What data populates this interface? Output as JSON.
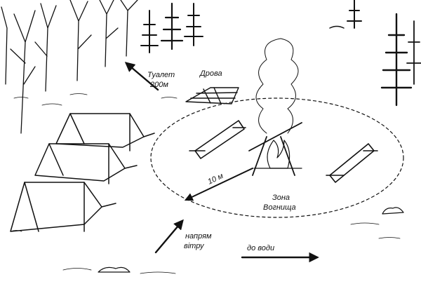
{
  "labels": {
    "toilet_line1": "Туалет",
    "toilet_line2": "200м",
    "firewood": "Дрова",
    "distance": "10 м",
    "zone_line1": "Зона",
    "zone_line2": "Вогнища",
    "wind_line1": "напрям",
    "wind_line2": "вітру",
    "water": "до води"
  },
  "colors": {
    "ink": "#111111",
    "paper": "#ffffff"
  },
  "icons": {
    "trees": "tree-icon",
    "tents": "tent-icon",
    "fire": "campfire-icon",
    "logs": "log-bench-icon",
    "woodpile": "woodpile-icon",
    "smoke": "smoke-icon"
  }
}
